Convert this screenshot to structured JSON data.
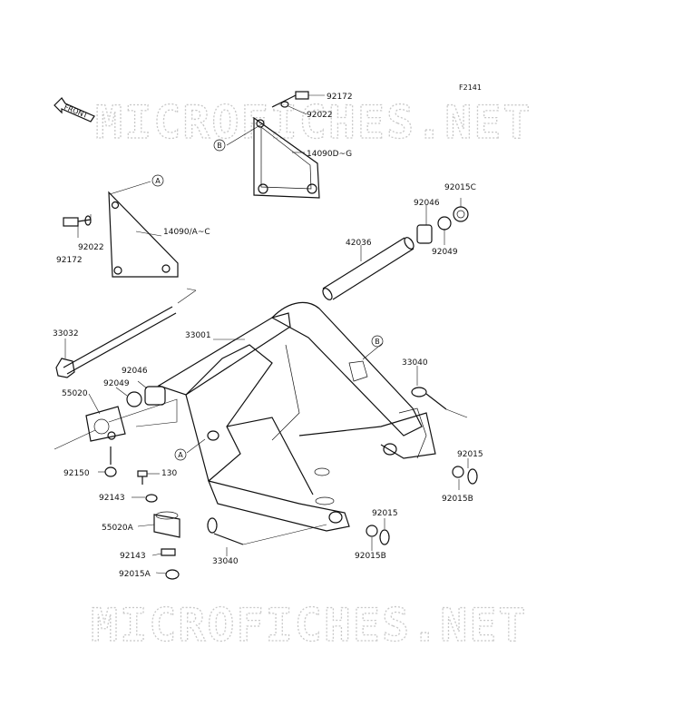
{
  "figure_code": "F2141",
  "watermark": "MICROFICHES.NET",
  "front_marker": "FRONT",
  "callouts": [
    "A",
    "A",
    "B",
    "B"
  ],
  "part_labels": [
    "92172",
    "92022",
    "14090D~G",
    "14090/A~C",
    "92022",
    "92172",
    "92015C",
    "92046",
    "92049",
    "42036",
    "33032",
    "33001",
    "92046",
    "92049",
    "55020",
    "33040",
    "92150",
    "130",
    "92143",
    "55020A",
    "92143",
    "92015A",
    "92015",
    "92015B",
    "92015",
    "92015B",
    "33040"
  ]
}
